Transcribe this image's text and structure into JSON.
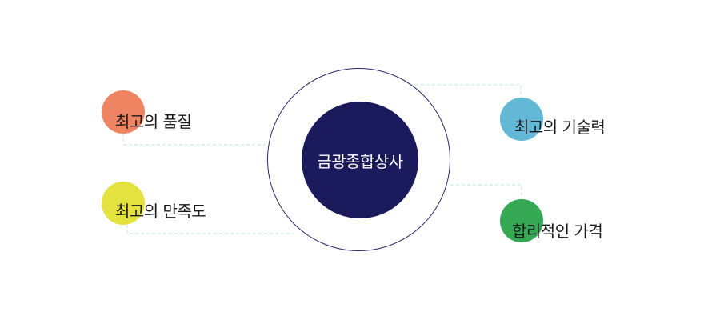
{
  "center": {
    "label": "금광종합상사",
    "color": "#1b1a5c",
    "ring_color": "#2a2a6e"
  },
  "nodes": [
    {
      "id": "quality",
      "label": "최고의 품질",
      "color": "#ef8463"
    },
    {
      "id": "satisfaction",
      "label": "최고의 만족도",
      "color": "#e4e23f"
    },
    {
      "id": "skill",
      "label": "최고의 기술력",
      "color": "#63b8d6"
    },
    {
      "id": "price",
      "label": "합리적인 가격",
      "color": "#34a853"
    }
  ],
  "connector_color": "#b8e6ee"
}
